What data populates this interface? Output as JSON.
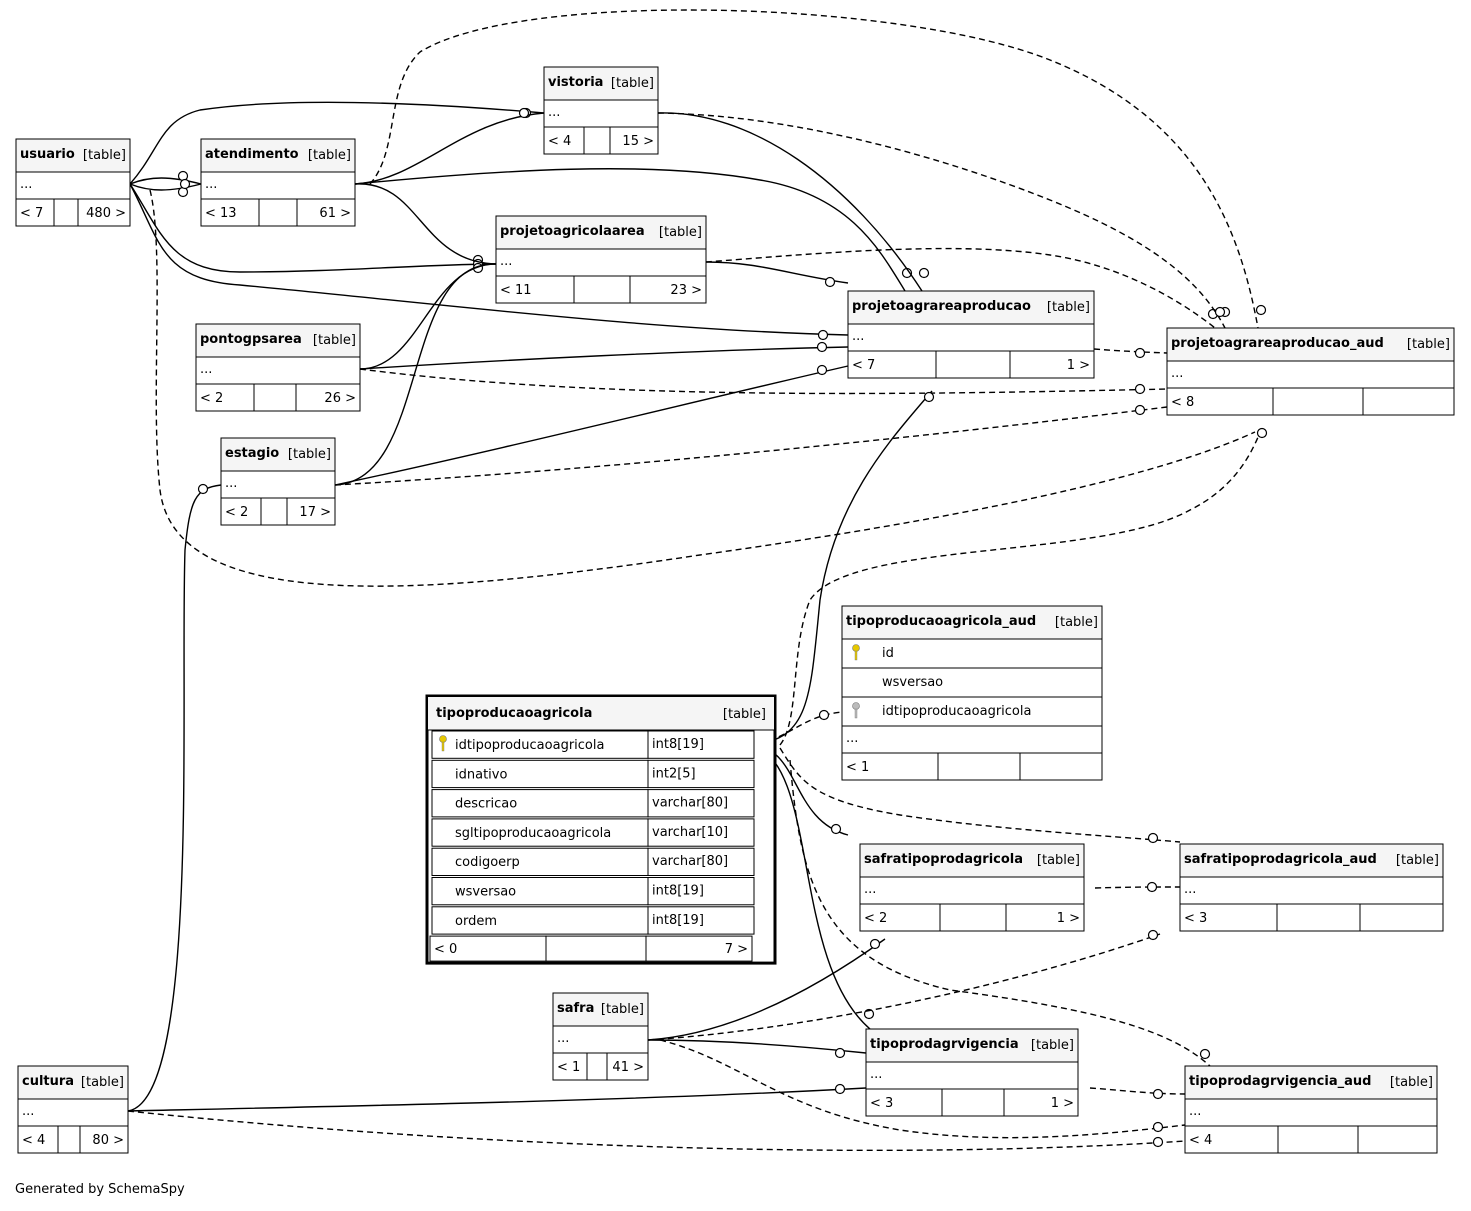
{
  "footer": "Generated by SchemaSpy",
  "accent_colors": {
    "pk_key": "#e6c800",
    "fk_key": "#bbbbbb",
    "header_bg": "#f5f5f5"
  },
  "tables": [
    {
      "id": "usuario",
      "name": "usuario",
      "type": "[table]",
      "ellipsis": "...",
      "counts": [
        "< 7",
        "",
        "480 >"
      ]
    },
    {
      "id": "atendimento",
      "name": "atendimento",
      "type": "[table]",
      "ellipsis": "...",
      "counts": [
        "< 13",
        "",
        "61 >"
      ]
    },
    {
      "id": "vistoria",
      "name": "vistoria",
      "type": "[table]",
      "ellipsis": "...",
      "counts": [
        "< 4",
        "",
        "15 >"
      ]
    },
    {
      "id": "projetoagricolaarea",
      "name": "projetoagricolaarea",
      "type": "[table]",
      "ellipsis": "...",
      "counts": [
        "< 11",
        "",
        "23 >"
      ]
    },
    {
      "id": "projetoagrareaproducao",
      "name": "projetoagrareaproducao",
      "type": "[table]",
      "ellipsis": "...",
      "counts": [
        "< 7",
        "",
        "1 >"
      ]
    },
    {
      "id": "projetoagrareaproducao_aud",
      "name": "projetoagrareaproducao_aud",
      "type": "[table]",
      "ellipsis": "...",
      "counts": [
        "< 8",
        "",
        ""
      ]
    },
    {
      "id": "pontogpsarea",
      "name": "pontogpsarea",
      "type": "[table]",
      "ellipsis": "...",
      "counts": [
        "< 2",
        "",
        "26 >"
      ]
    },
    {
      "id": "estagio",
      "name": "estagio",
      "type": "[table]",
      "ellipsis": "...",
      "counts": [
        "< 2",
        "",
        "17 >"
      ]
    },
    {
      "id": "tipoproducaoagricola_aud",
      "name": "tipoproducaoagricola_aud",
      "type": "[table]",
      "columns": [
        {
          "name": "id",
          "key": "pk"
        },
        {
          "name": "wsversao",
          "key": ""
        },
        {
          "name": "idtipoproducaoagricola",
          "key": "fk"
        }
      ],
      "ellipsis": "...",
      "counts": [
        "< 1",
        "",
        ""
      ]
    },
    {
      "id": "tipoproducaoagricola",
      "name": "tipoproducaoagricola",
      "type": "[table]",
      "columns": [
        {
          "name": "idtipoproducaoagricola",
          "datatype": "int8[19]",
          "key": "pk"
        },
        {
          "name": "idnativo",
          "datatype": "int2[5]",
          "key": ""
        },
        {
          "name": "descricao",
          "datatype": "varchar[80]",
          "key": ""
        },
        {
          "name": "sgltipoproducaoagricola",
          "datatype": "varchar[10]",
          "key": ""
        },
        {
          "name": "codigoerp",
          "datatype": "varchar[80]",
          "key": ""
        },
        {
          "name": "wsversao",
          "datatype": "int8[19]",
          "key": ""
        },
        {
          "name": "ordem",
          "datatype": "int8[19]",
          "key": ""
        }
      ],
      "counts": [
        "< 0",
        "",
        "7 >"
      ]
    },
    {
      "id": "safratipoprodagricola",
      "name": "safratipoprodagricola",
      "type": "[table]",
      "ellipsis": "...",
      "counts": [
        "< 2",
        "",
        "1 >"
      ]
    },
    {
      "id": "safratipoprodagricola_aud",
      "name": "safratipoprodagricola_aud",
      "type": "[table]",
      "ellipsis": "...",
      "counts": [
        "< 3",
        "",
        ""
      ]
    },
    {
      "id": "safra",
      "name": "safra",
      "type": "[table]",
      "ellipsis": "...",
      "counts": [
        "< 1",
        "",
        "41 >"
      ]
    },
    {
      "id": "tipoprodagrvigencia",
      "name": "tipoprodagrvigencia",
      "type": "[table]",
      "ellipsis": "...",
      "counts": [
        "< 3",
        "",
        "1 >"
      ]
    },
    {
      "id": "tipoprodagrvigencia_aud",
      "name": "tipoprodagrvigencia_aud",
      "type": "[table]",
      "ellipsis": "...",
      "counts": [
        "< 4",
        "",
        ""
      ]
    },
    {
      "id": "cultura",
      "name": "cultura",
      "type": "[table]",
      "ellipsis": "...",
      "counts": [
        "< 4",
        "",
        "80 >"
      ]
    }
  ],
  "relationships": [
    {
      "from": "usuario",
      "to": "atendimento",
      "style": "solid"
    },
    {
      "from": "usuario",
      "to": "vistoria",
      "style": "solid"
    },
    {
      "from": "usuario",
      "to": "projetoagricolaarea",
      "style": "solid"
    },
    {
      "from": "usuario",
      "to": "projetoagrareaproducao",
      "style": "solid"
    },
    {
      "from": "usuario",
      "to": "projetoagrareaproducao_aud",
      "style": "dashed"
    },
    {
      "from": "atendimento",
      "to": "vistoria",
      "style": "solid"
    },
    {
      "from": "atendimento",
      "to": "projetoagricolaarea",
      "style": "solid"
    },
    {
      "from": "atendimento",
      "to": "projetoagrareaproducao",
      "style": "solid"
    },
    {
      "from": "atendimento",
      "to": "projetoagrareaproducao_aud",
      "style": "dashed"
    },
    {
      "from": "vistoria",
      "to": "projetoagrareaproducao",
      "style": "solid"
    },
    {
      "from": "vistoria",
      "to": "projetoagrareaproducao_aud",
      "style": "dashed"
    },
    {
      "from": "projetoagricolaarea",
      "to": "projetoagrareaproducao",
      "style": "solid"
    },
    {
      "from": "projetoagricolaarea",
      "to": "projetoagrareaproducao_aud",
      "style": "dashed"
    },
    {
      "from": "projetoagrareaproducao",
      "to": "projetoagrareaproducao_aud",
      "style": "dashed"
    },
    {
      "from": "pontogpsarea",
      "to": "projetoagricolaarea",
      "style": "solid"
    },
    {
      "from": "pontogpsarea",
      "to": "projetoagrareaproducao",
      "style": "solid"
    },
    {
      "from": "pontogpsarea",
      "to": "projetoagrareaproducao_aud",
      "style": "dashed"
    },
    {
      "from": "estagio",
      "to": "projetoagricolaarea",
      "style": "solid"
    },
    {
      "from": "estagio",
      "to": "projetoagrareaproducao",
      "style": "solid"
    },
    {
      "from": "estagio",
      "to": "projetoagrareaproducao_aud",
      "style": "dashed"
    },
    {
      "from": "cultura",
      "to": "estagio",
      "style": "solid"
    },
    {
      "from": "cultura",
      "to": "tipoprodagrvigencia",
      "style": "solid"
    },
    {
      "from": "cultura",
      "to": "tipoprodagrvigencia_aud",
      "style": "dashed"
    },
    {
      "from": "tipoproducaoagricola",
      "to": "projetoagrareaproducao",
      "style": "solid"
    },
    {
      "from": "tipoproducaoagricola",
      "to": "projetoagrareaproducao_aud",
      "style": "dashed"
    },
    {
      "from": "tipoproducaoagricola",
      "to": "tipoproducaoagricola_aud",
      "style": "dashed"
    },
    {
      "from": "tipoproducaoagricola",
      "to": "safratipoprodagricola",
      "style": "solid"
    },
    {
      "from": "tipoproducaoagricola",
      "to": "safratipoprodagricola_aud",
      "style": "dashed"
    },
    {
      "from": "tipoproducaoagricola",
      "to": "tipoprodagrvigencia",
      "style": "solid"
    },
    {
      "from": "tipoproducaoagricola",
      "to": "tipoprodagrvigencia_aud",
      "style": "dashed"
    },
    {
      "from": "safratipoprodagricola",
      "to": "safratipoprodagricola_aud",
      "style": "dashed"
    },
    {
      "from": "safra",
      "to": "safratipoprodagricola",
      "style": "solid"
    },
    {
      "from": "safra",
      "to": "safratipoprodagricola_aud",
      "style": "dashed"
    },
    {
      "from": "safra",
      "to": "tipoprodagrvigencia",
      "style": "solid"
    },
    {
      "from": "safra",
      "to": "tipoprodagrvigencia_aud",
      "style": "dashed"
    },
    {
      "from": "tipoprodagrvigencia",
      "to": "tipoprodagrvigencia_aud",
      "style": "dashed"
    }
  ]
}
